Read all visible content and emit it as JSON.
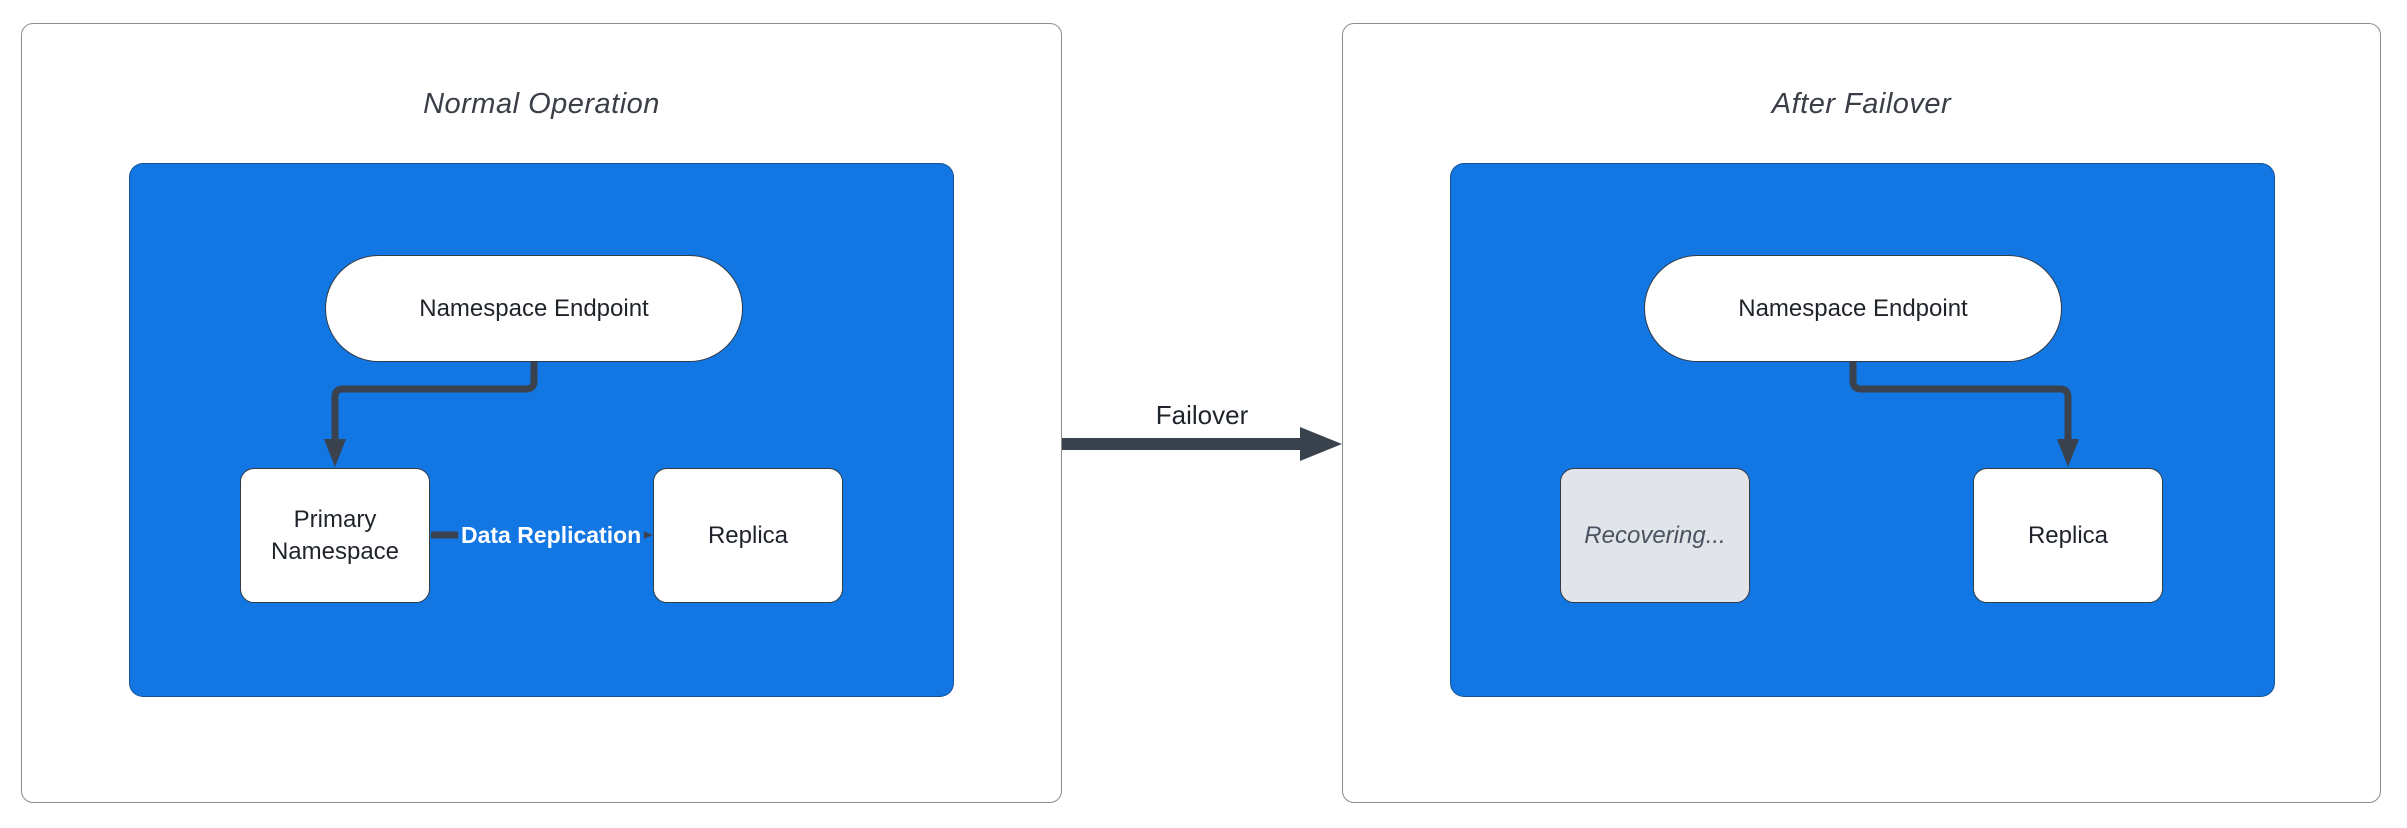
{
  "colors": {
    "container_blue": "#1276e3",
    "connector_dark": "#3a424e",
    "gray_node_fill": "#e1e4e8",
    "gray_node_text": "#4a5361",
    "node_text": "#1f242b",
    "title_text": "#3a3f47",
    "panel_border": "#8c8c8c"
  },
  "panels": [
    {
      "title": "Normal Operation",
      "nodes": {
        "endpoint": "Namespace Endpoint",
        "primary": "Primary Namespace",
        "replica": "Replica"
      },
      "edge_label": "Data Replication"
    },
    {
      "title": "After Failover",
      "nodes": {
        "endpoint": "Namespace Endpoint",
        "recovering": "Recovering...",
        "replica": "Replica"
      }
    }
  ],
  "transition": {
    "label": "Failover"
  }
}
